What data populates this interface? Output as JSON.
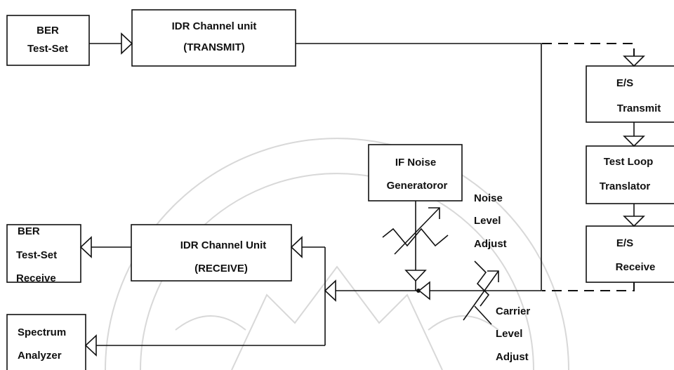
{
  "diagram": {
    "blocks": {
      "ber_tx": [
        "BER",
        "Test-Set"
      ],
      "idr_tx": [
        "IDR Channel unit",
        "(TRANSMIT)"
      ],
      "es_tx": [
        "E/S",
        "Transmit"
      ],
      "loop": [
        "Test Loop",
        "Translator"
      ],
      "es_rx": [
        "E/S",
        "Receive"
      ],
      "noise_gen": [
        "IF Noise",
        "Generatoror"
      ],
      "idr_rx": [
        "IDR Channel Unit",
        "(RECEIVE)"
      ],
      "ber_rx": [
        "BER",
        "Test-Set",
        "Receive"
      ],
      "spectrum": [
        "Spectrum",
        "Analyzer"
      ]
    },
    "labels": {
      "noise_adjust": [
        "Noise",
        "Level",
        "Adjust"
      ],
      "carrier_adjust": [
        "Carrier",
        "Level",
        "Adjust"
      ]
    }
  }
}
